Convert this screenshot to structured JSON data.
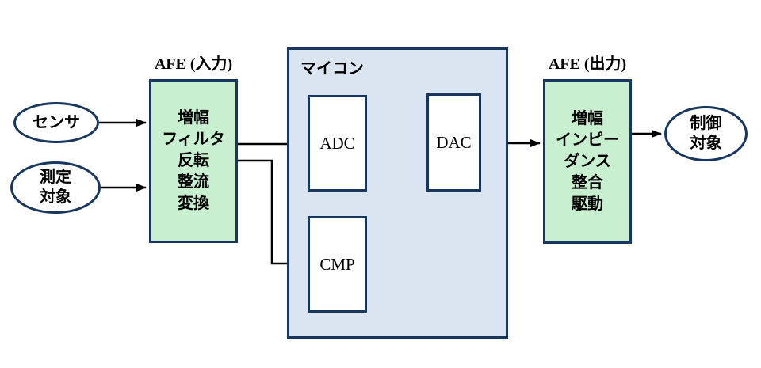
{
  "diagram": {
    "colors": {
      "green_fill": "#c8efcf",
      "blue_fill": "#dbe5f1",
      "border": "#17375e",
      "arrow": "#000000",
      "background": "#ffffff"
    },
    "nodes": {
      "sensor": {
        "label": "センサ"
      },
      "measurement_target": {
        "lines": [
          "測定",
          "対象"
        ]
      },
      "afe_input": {
        "title": "AFE (入力)",
        "lines": [
          "増幅",
          "フィルタ",
          "反転",
          "整流",
          "変換"
        ]
      },
      "mcu": {
        "title": "マイコン"
      },
      "adc": {
        "label": "ADC"
      },
      "dac": {
        "label": "DAC"
      },
      "cmp": {
        "label": "CMP"
      },
      "afe_output": {
        "title": "AFE (出力)",
        "lines": [
          "増幅",
          "インピー",
          "ダンス",
          "整合",
          "駆動"
        ]
      },
      "control_target": {
        "lines": [
          "制御",
          "対象"
        ]
      }
    }
  }
}
